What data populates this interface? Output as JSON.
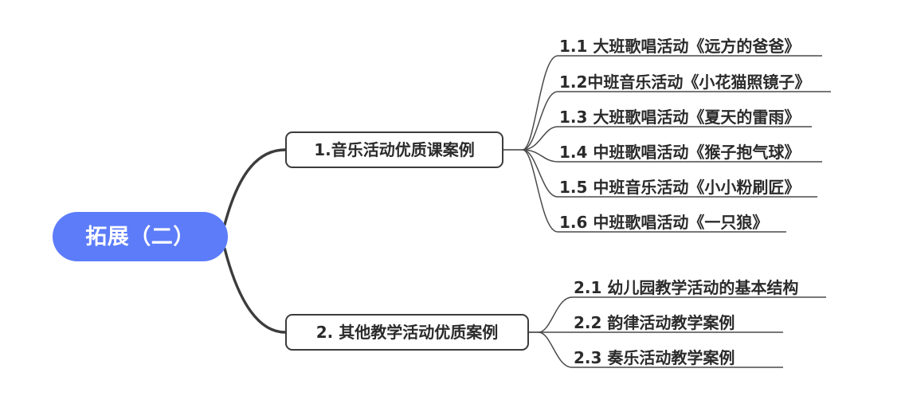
{
  "diagram": {
    "type": "mind-map",
    "title": "拓展（二）",
    "background_color": "#ffffff",
    "root": {
      "label": "拓展（二）",
      "fill_color": "#5c7cfa",
      "text_color": "#ffffff",
      "shape": "rounded-pill"
    },
    "branches": [
      {
        "label": "1.音乐活动优质课案例",
        "border_color": "#3c3c3c",
        "text_color": "#2b2b2b",
        "children": [
          {
            "label": "1.1 大班歌唱活动《远方的爸爸》"
          },
          {
            "label": "1.2中班音乐活动《小花猫照镜子》"
          },
          {
            "label": "1.3 大班歌唱活动《夏天的雷雨》"
          },
          {
            "label": "1.4 中班歌唱活动《猴子抱气球》"
          },
          {
            "label": "1.5 中班音乐活动《小小粉刷匠》"
          },
          {
            "label": "1.6 中班歌唱活动《一只狼》"
          }
        ]
      },
      {
        "label": "2. 其他教学活动优质案例",
        "border_color": "#3c3c3c",
        "text_color": "#2b2b2b",
        "children": [
          {
            "label": "2.1 幼儿园教学活动的基本结构"
          },
          {
            "label": "2.2 韵律活动教学案例"
          },
          {
            "label": "2.3 奏乐活动教学案例"
          }
        ]
      }
    ],
    "connector_color": "#3c3c3c"
  }
}
